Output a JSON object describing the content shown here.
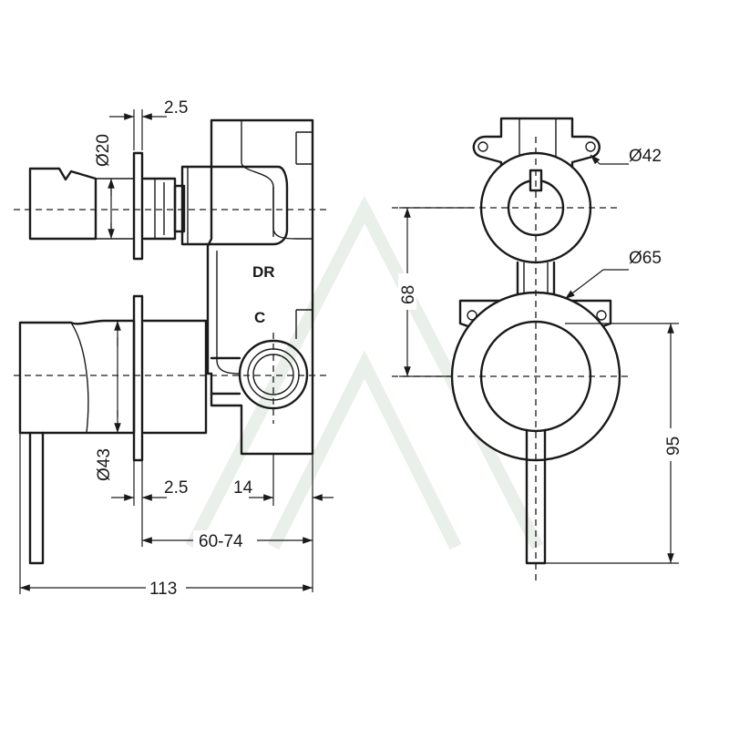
{
  "dimensions": {
    "flange_thickness_top": "2.5",
    "spindle_diameter": "Ø20",
    "cover_diameter_small": "Ø42",
    "cover_diameter_large": "Ø65",
    "centre_distance": "68",
    "lever_height": "95",
    "handle_diameter": "Ø43",
    "flange_thickness_bottom": "2.5",
    "outlet_offset": "14",
    "wall_depth": "60-74",
    "overall_depth": "113"
  },
  "port_labels": {
    "diverter": "DR",
    "cold": "C"
  }
}
